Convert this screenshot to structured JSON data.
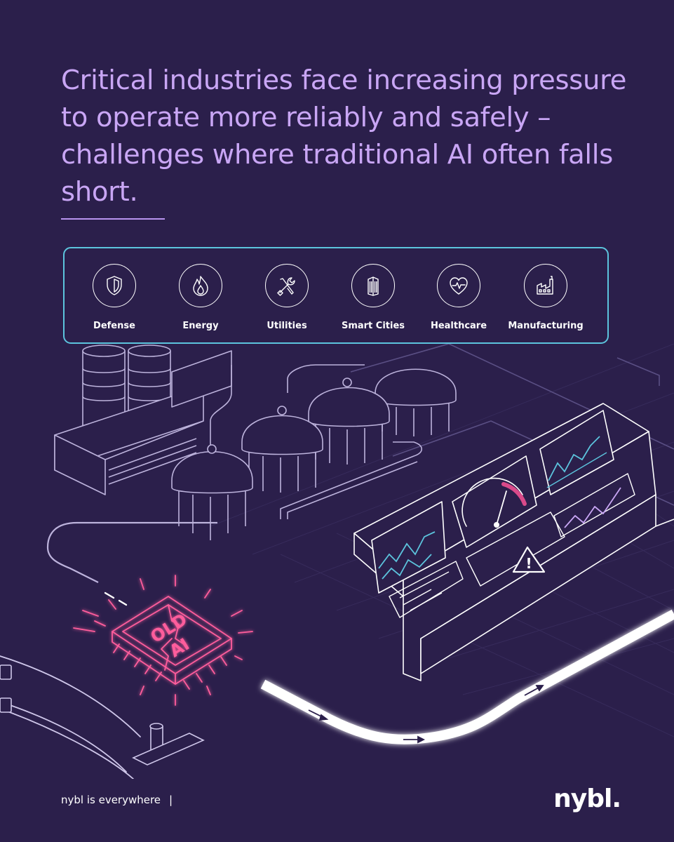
{
  "headline": "Critical industries face increasing pressure to operate more reliably and safely – challenges where traditional AI often falls short.",
  "industries": [
    {
      "label": "Defense",
      "icon": "shield-icon"
    },
    {
      "label": "Energy",
      "icon": "flame-icon"
    },
    {
      "label": "Utilities",
      "icon": "tools-icon"
    },
    {
      "label": "Smart Cities",
      "icon": "building-icon"
    },
    {
      "label": "Healthcare",
      "icon": "heart-pulse-icon"
    },
    {
      "label": "Manufacturing",
      "icon": "factory-icon"
    }
  ],
  "illustration": {
    "chip_label_line1": "OLD",
    "chip_label_line2": "AI",
    "warning_symbol": "!"
  },
  "footer": {
    "tagline": "nybl is everywhere",
    "separator": "|",
    "logo": "nybl."
  },
  "colors": {
    "background": "#2b1f4b",
    "headline": "#c9a6f5",
    "accent_cyan": "#5cc4dd",
    "chip_pink": "#ff5d9c",
    "line_art": "#8a7fb0",
    "gauge_magenta": "#d94a8a"
  }
}
